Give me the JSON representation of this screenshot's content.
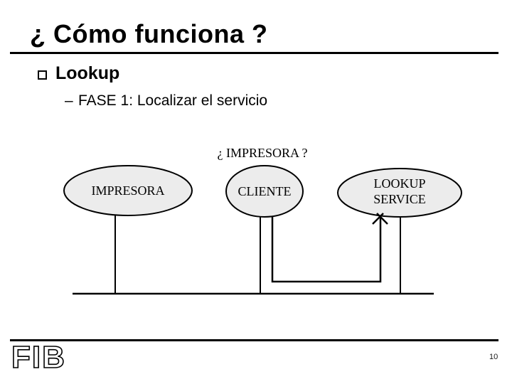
{
  "slide": {
    "title": "¿ Cómo funciona ?",
    "bullets": {
      "main": "Lookup",
      "sub_dash": "–",
      "sub": "FASE 1: Localizar el servicio"
    },
    "footer": {
      "logo": "FIB",
      "page_number": "10"
    }
  },
  "diagram": {
    "query_label": "¿ IMPRESORA ?",
    "nodes": {
      "impresora": {
        "label": "IMPRESORA"
      },
      "cliente": {
        "label": "CLIENTE"
      },
      "lookup": {
        "label_line1": "LOOKUP",
        "label_line2": "SERVICE"
      }
    },
    "colors": {
      "node_fill": "#ececec",
      "line": "#000000"
    }
  }
}
